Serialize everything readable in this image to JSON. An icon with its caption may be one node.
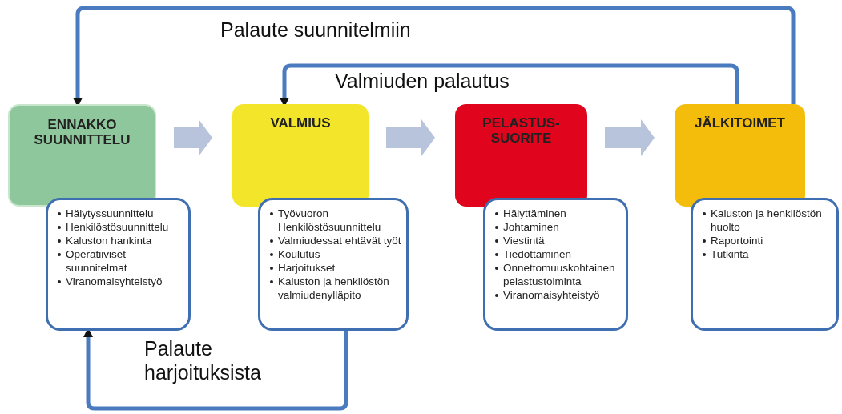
{
  "diagram": {
    "nodes": [
      {
        "text": [
          "ENNAKKO SUUNNITTELU"
        ]
      },
      {
        "text": [
          "VALMIUS"
        ]
      },
      {
        "text": [
          "PELASTUS- SUORITE"
        ]
      },
      {
        "text": [
          "JÄLKITOIMET"
        ]
      },
      {
        "text": [
          "Hälytyssuunnittelu",
          "Henkilöstösuunnittelu",
          "Kaluston hankinta",
          "Operatiiviset suunnitelmat",
          "Viranomaisyhteistyö"
        ]
      },
      {
        "text": [
          "Työvuoron Henkilöstösuunnittelu",
          "Valmiudessat ehtävät työt",
          "Koulutus",
          "Harjoitukset",
          "Kaluston ja henkilöstön valmiudenylläpito"
        ]
      },
      {
        "text": [
          "Hälyttäminen",
          "Johtaminen",
          "Viestintä",
          "Tiedottaminen",
          "Onnettomuuskohtainen pelastustoiminta",
          "Viranomaisyhteistyö"
        ]
      },
      {
        "text": [
          "Kaluston ja henkilöstön huolto",
          "Raportointi",
          "Tutkinta"
        ]
      }
    ],
    "edges": [
      {
        "from": 0,
        "to": 1,
        "arrow": "to"
      },
      {
        "from": 1,
        "to": 2,
        "arrow": "to"
      },
      {
        "from": 2,
        "to": 3,
        "arrow": "to"
      },
      {
        "from": 3,
        "to": 0,
        "arrow": "to",
        "label": "Palaute suunnitelmiin"
      },
      {
        "from": 3,
        "to": 1,
        "arrow": "to",
        "label": "Valmiuden palautus"
      },
      {
        "from": 5,
        "to": 4,
        "arrow": "to",
        "label": "Palaute harjoituksista"
      }
    ]
  }
}
